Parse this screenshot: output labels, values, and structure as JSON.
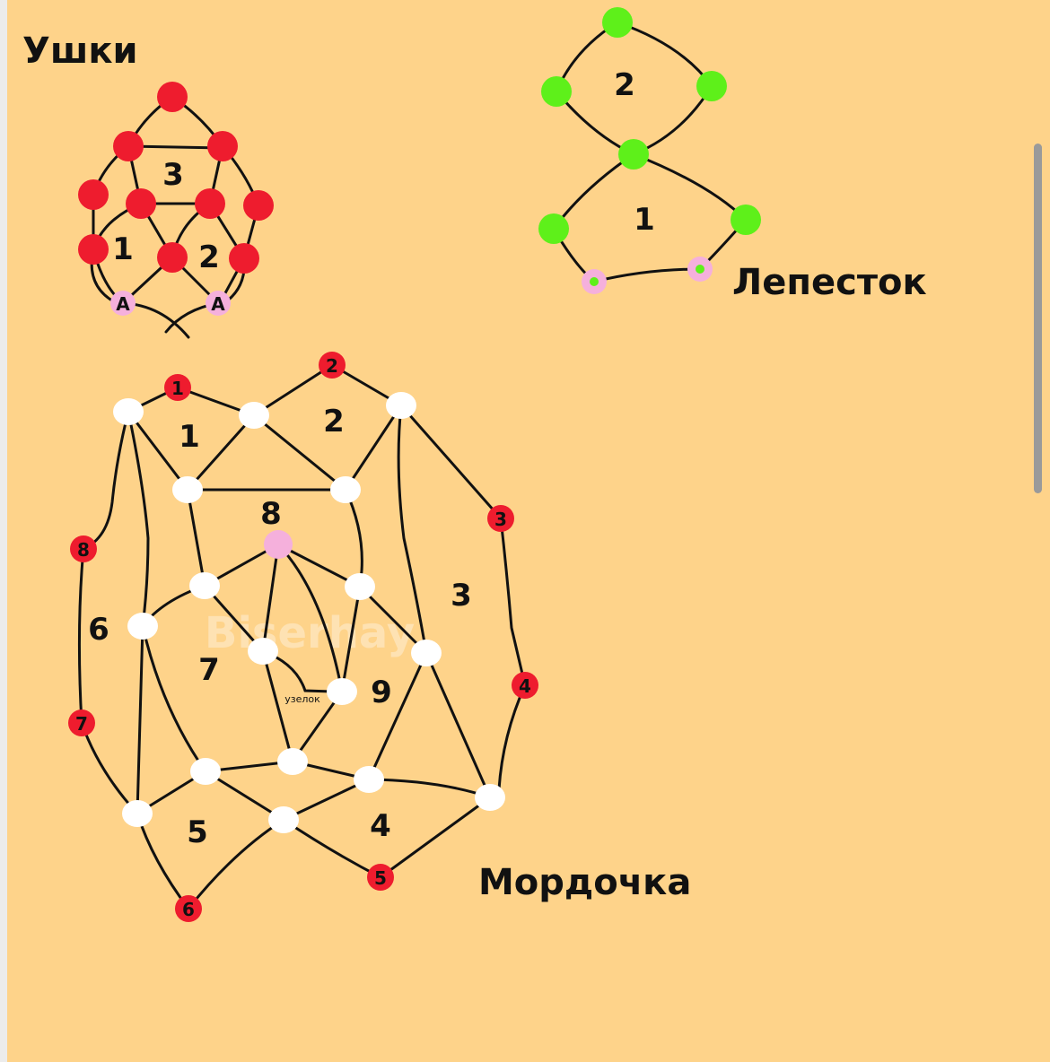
{
  "titles": {
    "ears": "Ушки",
    "petal": "Лепесток",
    "muzzle": "Мордочка"
  },
  "ears": {
    "cells": [
      "1",
      "2",
      "3"
    ],
    "bead_a": "A"
  },
  "petal": {
    "cells": [
      "1",
      "2"
    ]
  },
  "muzzle": {
    "cells": [
      "1",
      "2",
      "3",
      "4",
      "5",
      "6",
      "7",
      "8",
      "9"
    ],
    "red_beads": [
      "1",
      "2",
      "3",
      "4",
      "5",
      "6",
      "7",
      "8"
    ],
    "knot_label": "узелок"
  },
  "watermark": "Biserhay",
  "colors": {
    "background": "#fed38a",
    "red": "#ee1c2e",
    "green": "#5ef01a",
    "pink": "#f5b0dc",
    "white": "#ffffff"
  }
}
